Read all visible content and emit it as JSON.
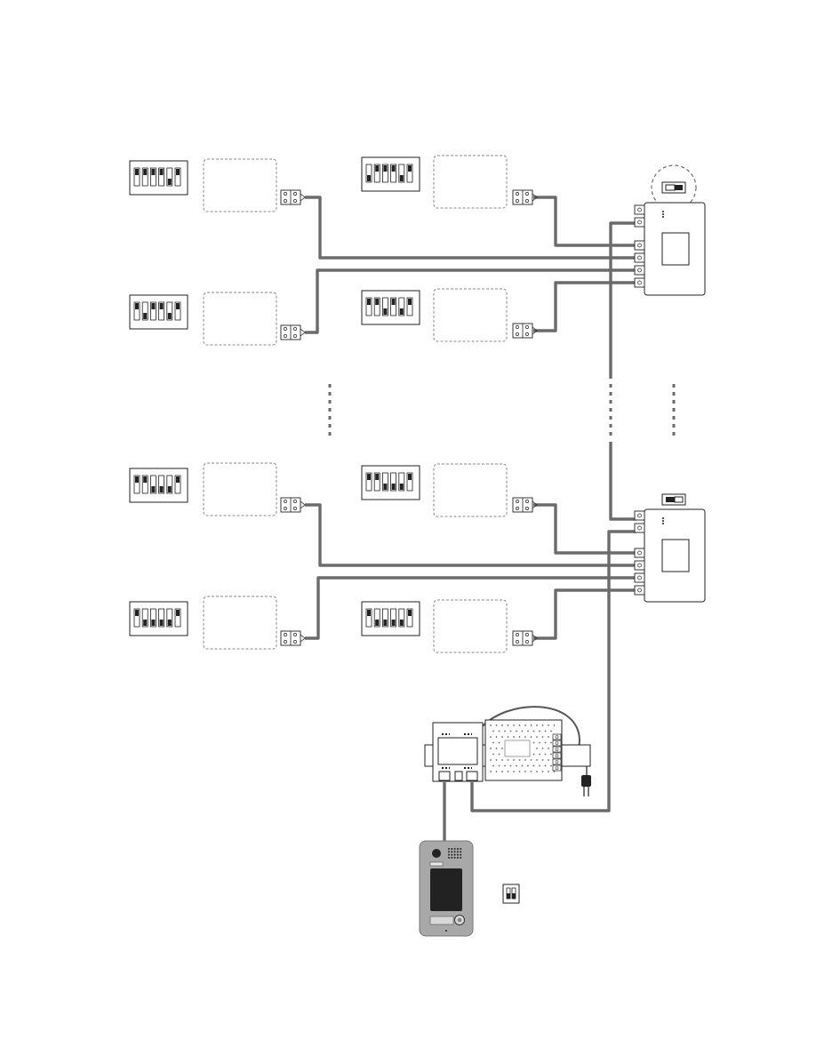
{
  "diagram": {
    "kind": "wiring-diagram",
    "text_labels": [],
    "indoor_units": [
      {
        "id": "monitor-1",
        "dip": [
          1,
          1,
          1,
          1,
          0,
          1
        ]
      },
      {
        "id": "monitor-2",
        "dip": [
          1,
          1,
          1,
          1,
          0,
          1
        ]
      },
      {
        "id": "monitor-3",
        "dip": [
          0,
          1,
          1,
          1,
          0,
          1
        ]
      },
      {
        "id": "monitor-4",
        "dip": [
          1,
          1,
          0,
          1,
          0,
          1
        ]
      },
      {
        "id": "monitor-5",
        "dip": [
          1,
          1,
          0,
          0,
          0,
          1
        ]
      },
      {
        "id": "monitor-6",
        "dip": [
          1,
          0,
          1,
          1,
          0,
          1
        ]
      },
      {
        "id": "monitor-7",
        "dip": [
          1,
          0,
          0,
          0,
          0,
          1
        ]
      },
      {
        "id": "monitor-8",
        "dip": [
          1,
          0,
          0,
          0,
          0,
          1
        ]
      }
    ],
    "distributors": [
      {
        "id": "distributor-1",
        "end_switch": "off"
      },
      {
        "id": "distributor-2",
        "end_switch": "on"
      }
    ],
    "outdoor_station": {
      "id": "door-station"
    },
    "power_supply": {
      "id": "power-supply"
    },
    "accent_colors": {
      "wire": "#6b6b6b",
      "panel": "#a8a8a8",
      "outline": "#222222"
    }
  }
}
